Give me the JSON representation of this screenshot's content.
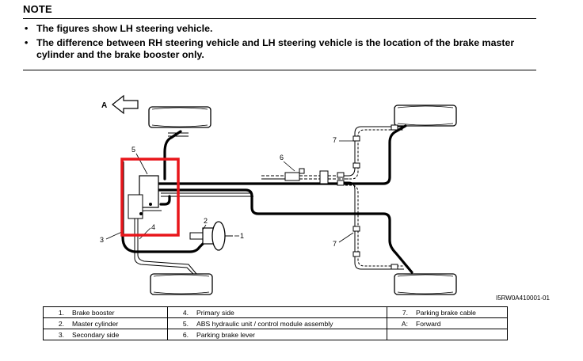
{
  "note": {
    "title": "NOTE",
    "bullets": [
      "The figures show LH steering vehicle.",
      "The difference between RH steering vehicle and LH steering vehicle is the location of the brake master cylinder and the brake booster only."
    ]
  },
  "diagram": {
    "labels": {
      "forward_letter": "A",
      "callout_1": "1",
      "callout_2": "2",
      "callout_3": "3",
      "callout_4": "4",
      "callout_5": "5",
      "callout_6": "6",
      "callout_7_top": "7",
      "callout_7_bottom": "7"
    },
    "figure_id": "I5RW0A410001-01",
    "highlight_color": "#e8161b"
  },
  "legend": {
    "rows": [
      [
        {
          "num": "1.",
          "text": "Brake booster"
        },
        {
          "num": "4.",
          "text": "Primary side"
        },
        {
          "num": "7.",
          "text": "Parking brake cable"
        }
      ],
      [
        {
          "num": "2.",
          "text": "Master cylinder"
        },
        {
          "num": "5.",
          "text": "ABS hydraulic unit / control module assembly"
        },
        {
          "num": "A:",
          "text": "Forward"
        }
      ],
      [
        {
          "num": "3.",
          "text": "Secondary side"
        },
        {
          "num": "6.",
          "text": "Parking brake lever"
        },
        {
          "num": "",
          "text": ""
        }
      ]
    ]
  }
}
